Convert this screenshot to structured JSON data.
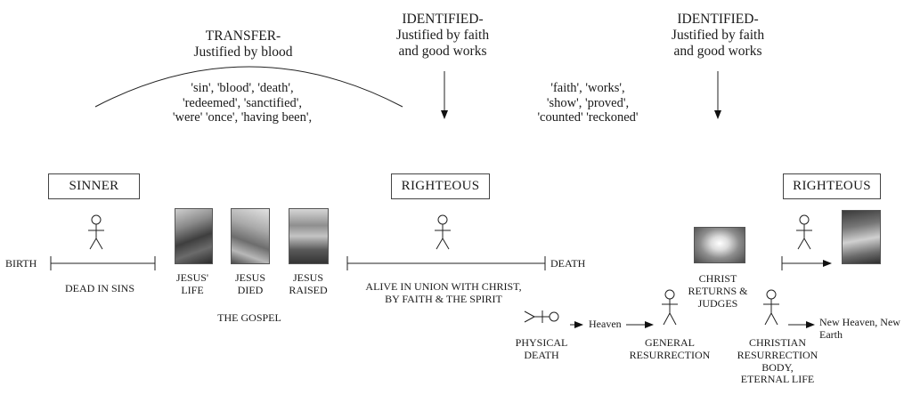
{
  "headers": {
    "transfer": [
      "TRANSFER-",
      "Justified by blood"
    ],
    "identified_left": [
      "IDENTIFIED-",
      "Justified by faith",
      "and good works"
    ],
    "identified_right": [
      "IDENTIFIED-",
      "Justified by faith",
      "and good works"
    ]
  },
  "terms": {
    "blood_words": [
      "'sin', 'blood', 'death',",
      "'redeemed', 'sanctified',",
      "'were' 'once', 'having been',"
    ],
    "faith_words": [
      "'faith', 'works',",
      "'show', 'proved',",
      "'counted' 'reckoned'"
    ]
  },
  "states": {
    "sinner": "SINNER",
    "righteous_left": "RIGHTEOUS",
    "righteous_right": "RIGHTEOUS"
  },
  "timeline": {
    "birth": "BIRTH",
    "dead_in_sins": "DEAD IN SINS",
    "death": "DEATH",
    "alive": [
      "ALIVE IN UNION WITH CHRIST,",
      "BY FAITH & THE SPIRIT"
    ]
  },
  "gospel": {
    "life": [
      "JESUS'",
      "LIFE"
    ],
    "died": [
      "JESUS",
      "DIED"
    ],
    "raised": [
      "JESUS",
      "RAISED"
    ],
    "label": "THE GOSPEL"
  },
  "afterlife": {
    "physical_death": [
      "PHYSICAL",
      "DEATH"
    ],
    "heaven": "Heaven",
    "general_resurrection": [
      "GENERAL",
      "RESURRECTION"
    ],
    "christ_returns": [
      "CHRIST",
      "RETURNS &",
      "JUDGES"
    ],
    "christian_resurrection": [
      "CHRISTIAN",
      "RESURRECTION",
      "BODY,",
      "ETERNAL LIFE"
    ],
    "new_heaven": [
      "New Heaven, New",
      "Earth"
    ]
  }
}
